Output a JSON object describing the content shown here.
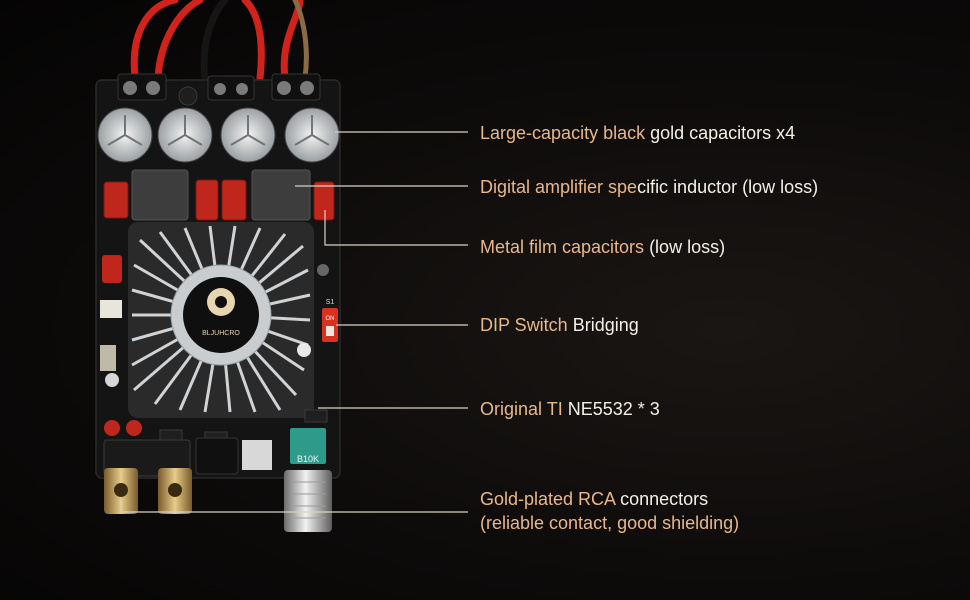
{
  "callouts": [
    {
      "highlight": "Large-capacity black",
      "normal": " gold capacitors x4"
    },
    {
      "highlight": "Digital amplifier spe",
      "normal": "cific inductor (low loss)"
    },
    {
      "highlight": "Metal film capacitors",
      "normal": " (low loss)"
    },
    {
      "highlight": "DIP Switch",
      "normal": " Bridging"
    },
    {
      "highlight": "Original TI",
      "normal": " NE5532 * 3"
    },
    {
      "highlight": "Gold-plated RCA",
      "normal": " connectors",
      "line2": "(reliable contact, good shielding)"
    }
  ],
  "board": {
    "heatsink_logo": "BLJUHCRO",
    "switch_label": "S1",
    "switch_on": "ON",
    "pot_label": "B10K"
  },
  "colors": {
    "background": "#0d0b0a",
    "label_highlight": "#e8b78a",
    "label_text": "#f3ead6",
    "leader_line": "#d9d2c4",
    "capacitor_red": "#c0271c",
    "heatsink": "#cfd3d6"
  }
}
